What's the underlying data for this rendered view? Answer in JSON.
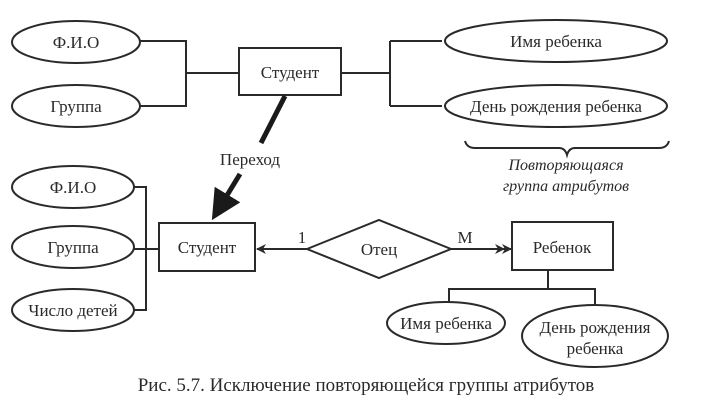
{
  "diagram": {
    "top": {
      "entity": "Студент",
      "left_attributes": [
        "Ф.И.О",
        "Группа"
      ],
      "right_attributes": [
        "Имя ребенка",
        "День рождения ребенка"
      ],
      "brace_note": [
        "Повторяющаяся",
        "группа атрибутов"
      ]
    },
    "transition_label": "Переход",
    "bottom": {
      "entity_left": "Студент",
      "left_attributes": [
        "Ф.И.О",
        "Группа",
        "Число детей"
      ],
      "relationship": "Отец",
      "cardinality_left": "1",
      "cardinality_right": "М",
      "entity_right": "Ребенок",
      "child_attributes": [
        "Имя ребенка",
        "День рождения",
        "ребенка"
      ]
    },
    "caption": "Рис. 5.7. Исключение повторяющейся группы атрибутов"
  }
}
